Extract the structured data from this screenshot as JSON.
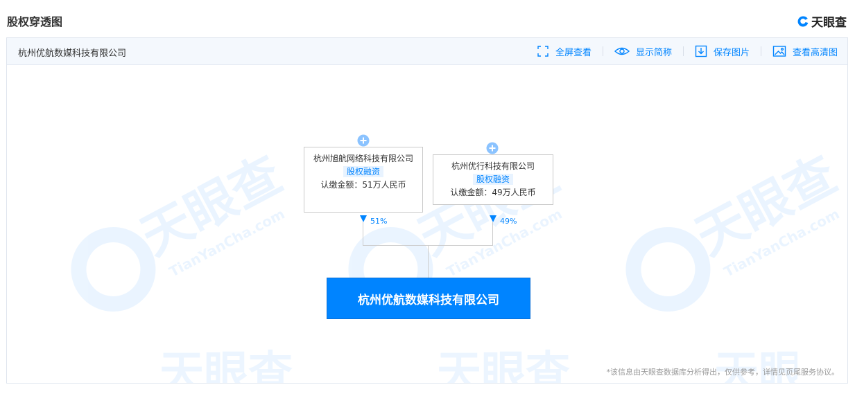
{
  "page_title": "股权穿透图",
  "brand": {
    "name": "天眼查",
    "color": "#0084ff"
  },
  "toolbar": {
    "company": "杭州优航数媒科技有限公司",
    "actions": {
      "fullscreen": "全屏查看",
      "show_short": "显示简称",
      "save_image": "保存图片",
      "view_hd": "查看高清图"
    }
  },
  "watermark": {
    "logo": "天眼查",
    "text": "TianYanCha.com"
  },
  "shareholders": [
    {
      "name": "杭州旭航网络科技有限公司",
      "tag": "股权融资",
      "amount": "认缴金额：51万人民币",
      "percent": "51%"
    },
    {
      "name": "杭州优行科技有限公司",
      "tag": "股权融资",
      "amount": "认缴金额：49万人民币",
      "percent": "49%"
    }
  ],
  "main_company": "杭州优航数媒科技有限公司",
  "disclaimer": "*该信息由天眼查数据库分析得出，仅供参考，详情见页尾服务协议。",
  "icons": [
    "expand-icon",
    "eye-icon",
    "download-icon",
    "image-icon",
    "plus-circle-icon",
    "tianyancha-logo-icon"
  ],
  "colors": {
    "accent": "#0084ff",
    "line": "#cccccc",
    "toolbar_bg": "#f4f8fd"
  }
}
